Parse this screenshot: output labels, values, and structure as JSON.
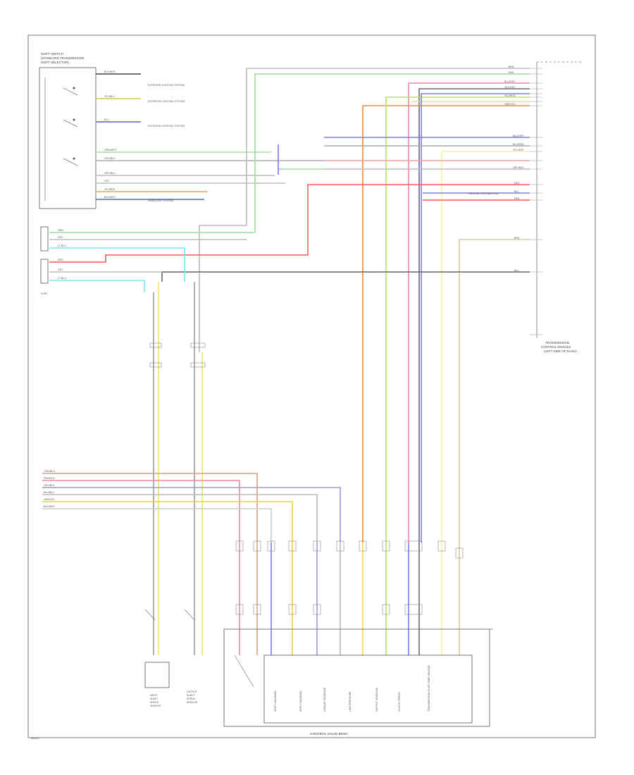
{
  "title_block": {
    "line1": "SHIFT SWITCH",
    "line2": "(STANDARD TRANSMISSION",
    "line3": "SHIFT SELECTOR)"
  },
  "shift_switch_wires": [
    "BLK/WHT",
    "YEL/BLU",
    "BLU",
    "GRN/WHT",
    "GRY/BLK",
    "GRY/BLU",
    "GRY",
    "YEL/RED",
    "BLU/WHT"
  ],
  "shift_switch_notes": {
    "note1": "EXTERIOR LIGHTING SYSTEM",
    "note2": "EXTERIOR LIGHTING SYSTEM",
    "note3": "EXTERIOR LIGHTING SYSTEM",
    "note4": "HEADLIGHT SYSTEM"
  },
  "sensor_wires": [
    "GRN",
    "GRY",
    "LT BLU",
    "RED",
    "GRY",
    "LT BLU"
  ],
  "sensor_caption": "FUSE",
  "tcm_pins": [
    "BRN",
    "RED",
    "BLU/GRY",
    "YEL/GRY",
    "YEL/RED",
    "GRN/YEL",
    "BLU/GRY",
    "BLU/RED",
    "YEL/GRY",
    "GRY/BLK",
    "RED",
    "BLK",
    "RED",
    "BRN",
    "BLK"
  ],
  "tcm_note": "GROUND DISTRIBUTION",
  "tcm_caption": {
    "line1": "TRANSMISSION",
    "line2": "CONTROL MODULE",
    "line3": "(LEFT SIDE OF DASH)"
  },
  "left_stack_labels": [
    "ORN/BLU",
    "PNK/BLU",
    "GRY/BLK",
    "BLU/BLK",
    "GRN/YEL",
    "BLK/WHT"
  ],
  "bottom_components": {
    "sensor1": [
      "INPUT",
      "SHAFT",
      "SPEED",
      "SENSOR"
    ],
    "sensor2": [
      "OUTPUT",
      "SHAFT",
      "SPEED",
      "SENSOR"
    ],
    "valve_labels": [
      "SHIFT SOLENOID",
      "SHIFT SOLENOID",
      "LOCKUP SOLENOID",
      "LINE PRESSURE",
      "OUTPUT SOLENOID",
      "CLUTCH PRESS",
      "TRANSMISSION FLUID TEMP SENSOR"
    ],
    "valve_body_caption": "CONTROL VALVE BODY"
  },
  "footer_code": "W0000"
}
